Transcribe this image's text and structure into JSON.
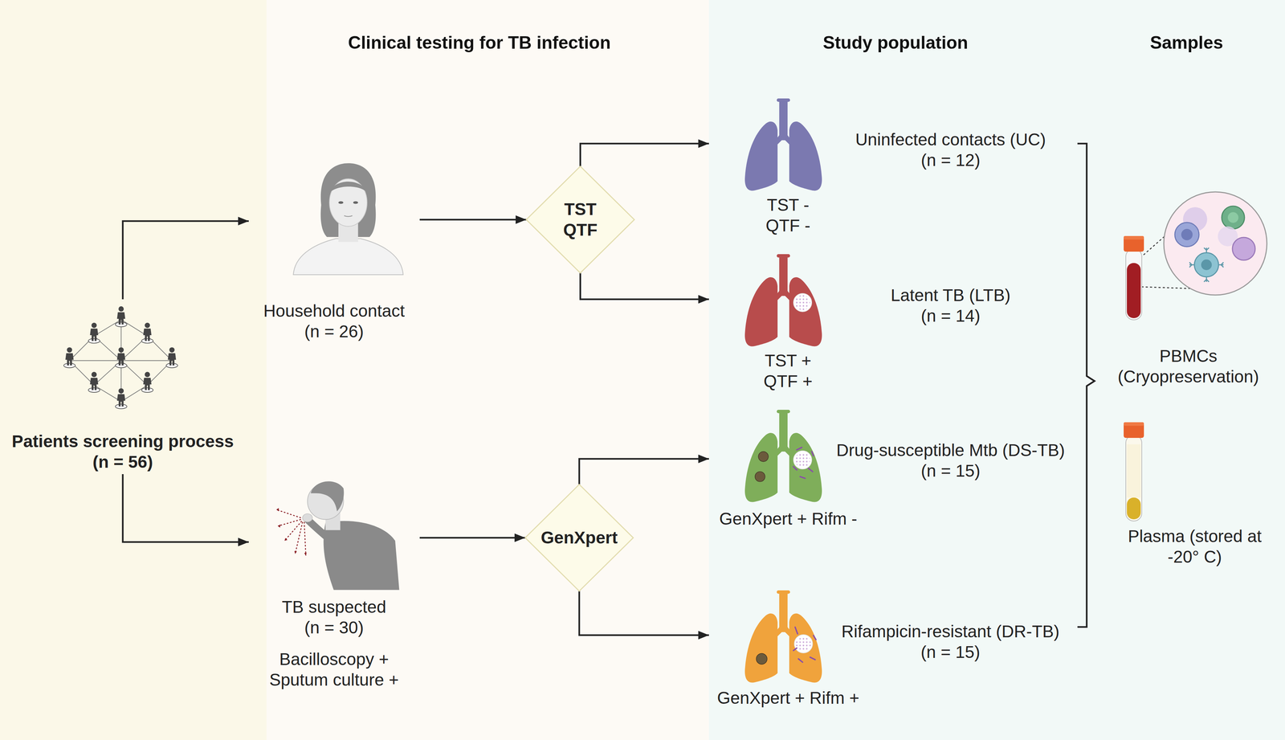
{
  "diagram": {
    "nodes": [
      {
        "text": [
          "Patients screening process (n = 56)"
        ]
      },
      {
        "text": [
          "Household contact (n = 26)"
        ]
      },
      {
        "text": [
          "TST QTF"
        ]
      },
      {
        "text": [
          "TB suspected (n = 30)",
          "Bacilloscopy + Sputum culture +"
        ]
      },
      {
        "text": [
          "GenXpert"
        ]
      },
      {
        "text": [
          "Uninfected contacts (UC) (n = 12)",
          "TST - QTF -"
        ]
      },
      {
        "text": [
          "Latent TB (LTB) (n = 14)",
          "TST + QTF +"
        ]
      },
      {
        "text": [
          "Drug-susceptible Mtb (DS-TB) (n = 15)",
          "GenXpert + Rifm -"
        ]
      },
      {
        "text": [
          "Rifampicin-resistant (DR-TB) (n = 15)",
          "GenXpert + Rifm +"
        ]
      },
      {
        "text": [
          "PBMCs (Cryopreservation)"
        ]
      },
      {
        "text": [
          "Plasma (stored at -20° C)"
        ]
      }
    ],
    "edges": [
      {
        "from": 0,
        "to": 1,
        "arrow": "to"
      },
      {
        "from": 0,
        "to": 3,
        "arrow": "to"
      },
      {
        "from": 1,
        "to": 2,
        "arrow": "to"
      },
      {
        "from": 3,
        "to": 4,
        "arrow": "to"
      },
      {
        "from": 2,
        "to": 5,
        "arrow": "to"
      },
      {
        "from": 2,
        "to": 6,
        "arrow": "to"
      },
      {
        "from": 4,
        "to": 7,
        "arrow": "to"
      },
      {
        "from": 4,
        "to": 8,
        "arrow": "to"
      }
    ],
    "labels": [
      "Clinical testing for TB infection",
      "Study population",
      "Samples"
    ]
  }
}
